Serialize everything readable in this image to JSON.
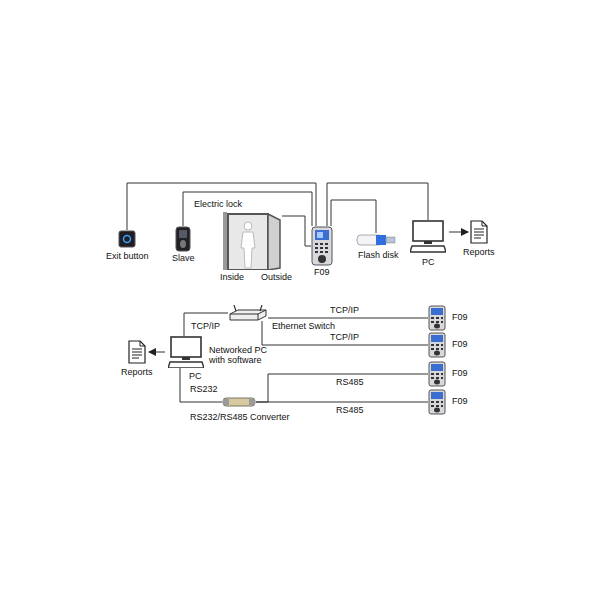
{
  "diagram": {
    "nodes": [
      {
        "text": [
          "Exit button"
        ]
      },
      {
        "text": [
          "Slave"
        ]
      },
      {
        "text": [
          "Electric lock"
        ]
      },
      {
        "text": [
          "F09"
        ]
      },
      {
        "text": [
          "Flash disk"
        ]
      },
      {
        "text": [
          "PC"
        ]
      },
      {
        "text": [
          "Reports"
        ]
      },
      {
        "text": [
          "Ethernet Switch"
        ]
      },
      {
        "text": [
          "Networked PC with software",
          "PC"
        ]
      },
      {
        "text": [
          "Reports"
        ]
      },
      {
        "text": [
          "RS232/RS485 Converter"
        ]
      },
      {
        "text": [
          "F09"
        ]
      },
      {
        "text": [
          "F09"
        ]
      },
      {
        "text": [
          "F09"
        ]
      },
      {
        "text": [
          "F09"
        ]
      }
    ],
    "edges": [
      {
        "from": 0,
        "to": 3,
        "arrow": "none"
      },
      {
        "from": 1,
        "to": 3,
        "arrow": "none"
      },
      {
        "from": 2,
        "to": 3,
        "arrow": "none"
      },
      {
        "from": 4,
        "to": 3,
        "arrow": "none"
      },
      {
        "from": 5,
        "to": 3,
        "arrow": "none"
      },
      {
        "from": 5,
        "to": 6,
        "arrow": "to"
      },
      {
        "from": 7,
        "to": 11,
        "label": "TCP/IP",
        "arrow": "none"
      },
      {
        "from": 7,
        "to": 12,
        "label": "TCP/IP",
        "arrow": "none"
      },
      {
        "from": 8,
        "to": 7,
        "label": "TCP/IP",
        "arrow": "none"
      },
      {
        "from": 8,
        "to": 9,
        "arrow": "to"
      },
      {
        "from": 8,
        "to": 10,
        "label": "RS232",
        "arrow": "none"
      },
      {
        "from": 10,
        "to": 13,
        "label": "RS485",
        "arrow": "none"
      },
      {
        "from": 10,
        "to": 14,
        "label": "RS485",
        "arrow": "none"
      }
    ],
    "labels": [
      "Inside",
      "Outside"
    ]
  }
}
